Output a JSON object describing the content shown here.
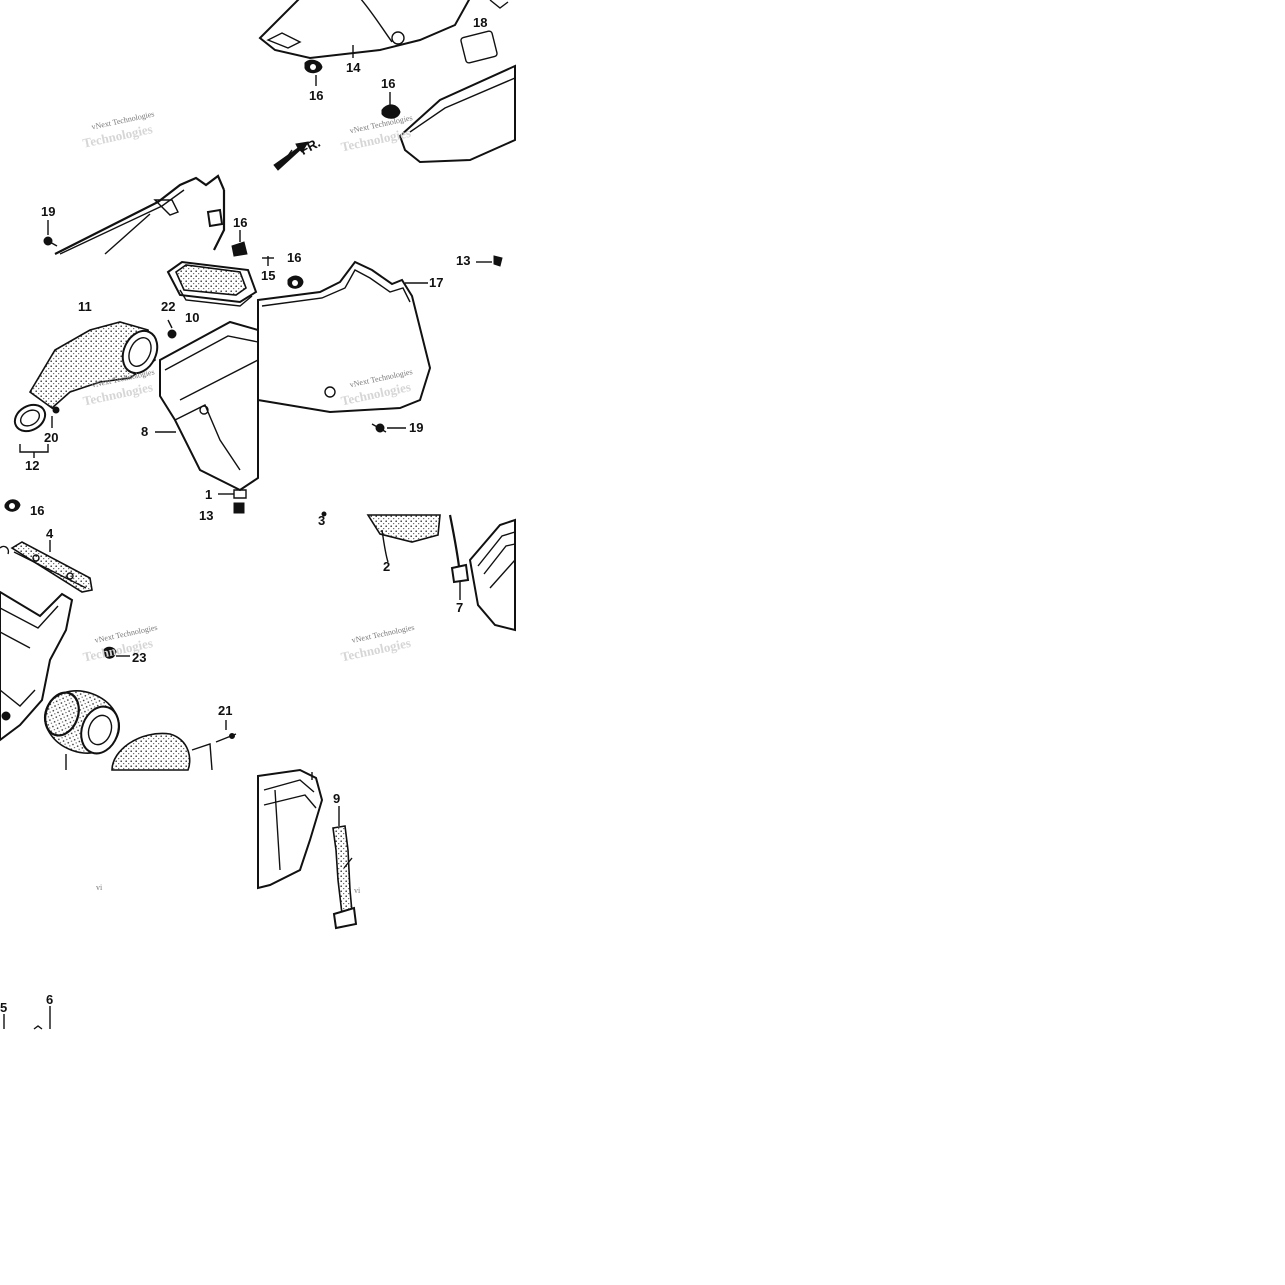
{
  "labels": {
    "p1": "1",
    "p2": "2",
    "p3": "3",
    "p4": "4",
    "p5": "5",
    "p6": "6",
    "p7": "7",
    "p8": "8",
    "p9": "9",
    "p10": "10",
    "p11": "11",
    "p12": "12",
    "p13a": "13",
    "p13b": "13",
    "p14": "14",
    "p15": "15",
    "p16a": "16",
    "p16b": "16",
    "p16c": "16",
    "p16d": "16",
    "p16e": "16",
    "p17": "17",
    "p18": "18",
    "p19a": "19",
    "p19b": "19",
    "p20": "20",
    "p21": "21",
    "p22": "22",
    "p23": "23"
  },
  "direction_arrow": "FR.",
  "watermark": {
    "small": "vNext Technologies",
    "large": "Technologies",
    "fragment": "vi"
  },
  "colors": {
    "ink": "#111111",
    "paper": "#ffffff",
    "watermark": "#7a7a7a"
  }
}
